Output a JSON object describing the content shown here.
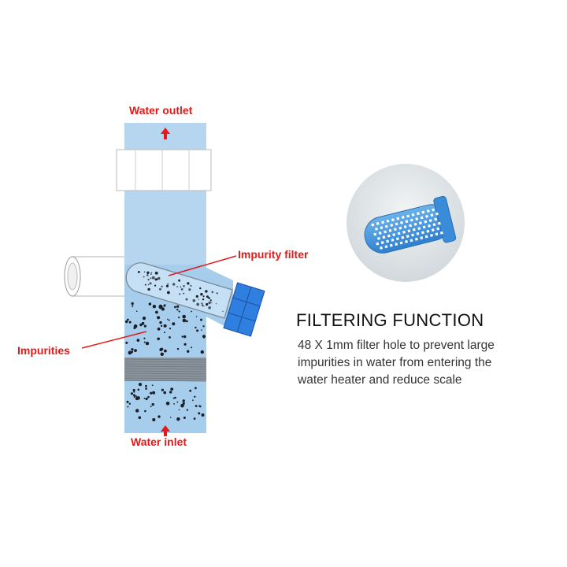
{
  "labels": {
    "water_outlet": "Water outlet",
    "water_inlet": "Water inlet",
    "impurity_filter": "Impurity filter",
    "impurities": "Impurities"
  },
  "feature": {
    "heading": "FILTERING FUNCTION",
    "description_lines": [
      "48 X 1mm filter hole to prevent large",
      "impurities in water from entering the",
      "water heater and reduce scale"
    ]
  },
  "colors": {
    "label_red": "#e21a1a",
    "pipe_blue": "#a6cdec",
    "cap_blue": "#2f7fe0",
    "product_blue": "#4a9de0"
  }
}
